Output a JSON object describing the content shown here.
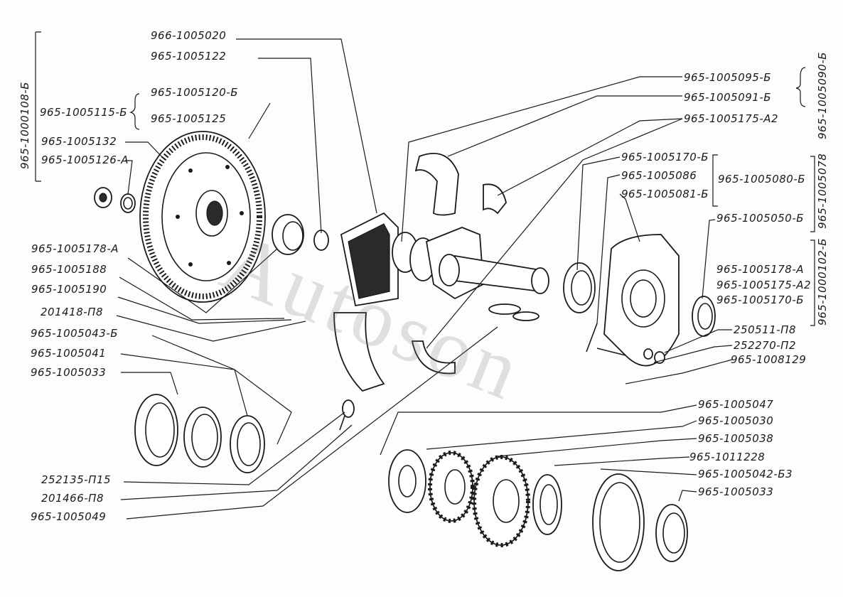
{
  "watermark": "Autoson",
  "labels_left": {
    "l1": "966-1005020",
    "l2": "965-1005122",
    "l3": "965-1005120-Б",
    "l4": "965-1005115-Б",
    "l5": "965-1005125",
    "l6": "965-1005132",
    "l7": "965-1005126-А",
    "l8": "965-1005178-А",
    "l9": "965-1005188",
    "l10": "965-1005190",
    "l11": "201418-П8",
    "l12": "965-1005043-Б",
    "l13": "965-1005041",
    "l14": "965-1005033",
    "l15": "252135-П15",
    "l16": "201466-П8",
    "l17": "965-1005049"
  },
  "labels_right": {
    "r1": "965-1005095-Б",
    "r2": "965-1005091-Б",
    "r3": "965-1005175-А2",
    "r4": "965-1005170-Б",
    "r5": "965-1005086",
    "r6": "965-1005081-Б",
    "r7": "965-1005080-Б",
    "r8": "965-1005050-Б",
    "r9": "965-1005178-А",
    "r10": "965-1005175-А2",
    "r11": "965-1005170-Б",
    "r12": "250511-П8",
    "r13": "252270-П2",
    "r14": "965-1008129",
    "r15": "965-1005047",
    "r16": "965-1005030",
    "r17": "965-1005038",
    "r18": "965-1011228",
    "r19": "965-1005042-Б3",
    "r20": "965-1005033"
  },
  "vertical_labels": {
    "v1": "965-1000108-Б",
    "v2": "965-1005090-Б",
    "v3": "965-1005078",
    "v4": "965-1000102-Б"
  }
}
